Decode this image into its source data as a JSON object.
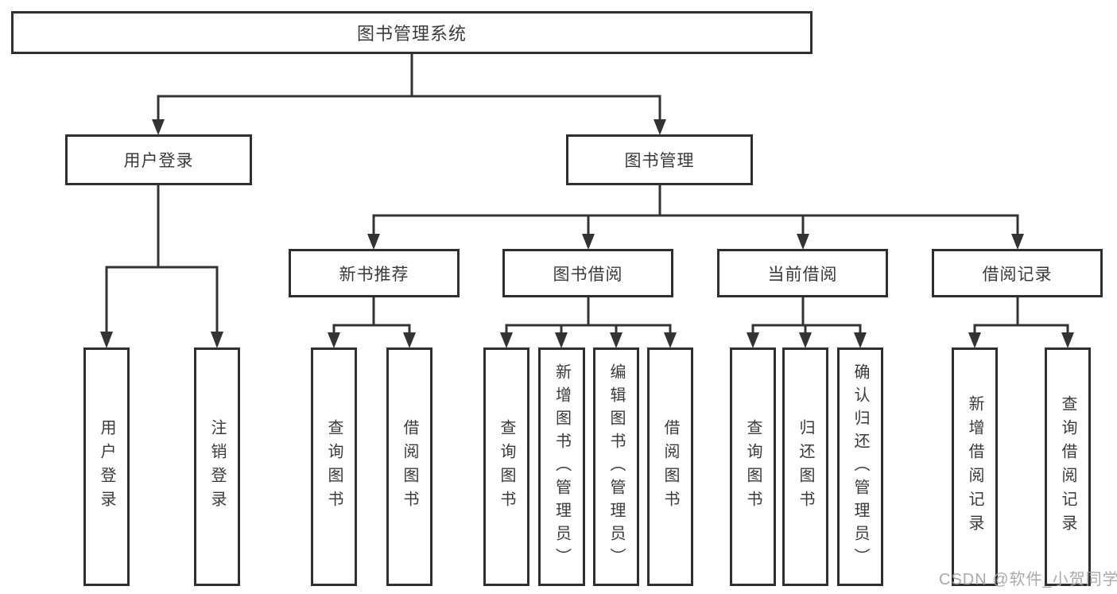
{
  "diagram_type": "functional-hierarchy",
  "tree": {
    "label": "图书管理系统",
    "children": [
      {
        "label": "用户登录",
        "children": [
          {
            "label": "用户登录"
          },
          {
            "label": "注销登录"
          }
        ]
      },
      {
        "label": "图书管理",
        "children": [
          {
            "label": "新书推荐",
            "children": [
              {
                "label": "查询图书"
              },
              {
                "label": "借阅图书"
              }
            ]
          },
          {
            "label": "图书借阅",
            "children": [
              {
                "label": "查询图书"
              },
              {
                "label": "新增图书（管理员）"
              },
              {
                "label": "编辑图书（管理员）"
              },
              {
                "label": "借阅图书"
              }
            ]
          },
          {
            "label": "当前借阅",
            "children": [
              {
                "label": "查询图书"
              },
              {
                "label": "归还图书"
              },
              {
                "label": "确认归还（管理员）"
              }
            ]
          },
          {
            "label": "借阅记录",
            "children": [
              {
                "label": "新增借阅记录"
              },
              {
                "label": "查询借阅记录"
              }
            ]
          }
        ]
      }
    ]
  },
  "watermark": {
    "text": "CSDN @软件_小贺同学"
  },
  "colors": {
    "background": "#ffffff",
    "box_border": "#2f2f2f",
    "connector_line": "#333333",
    "text": "#3a3a3a",
    "watermark": "#a3a3a3"
  }
}
